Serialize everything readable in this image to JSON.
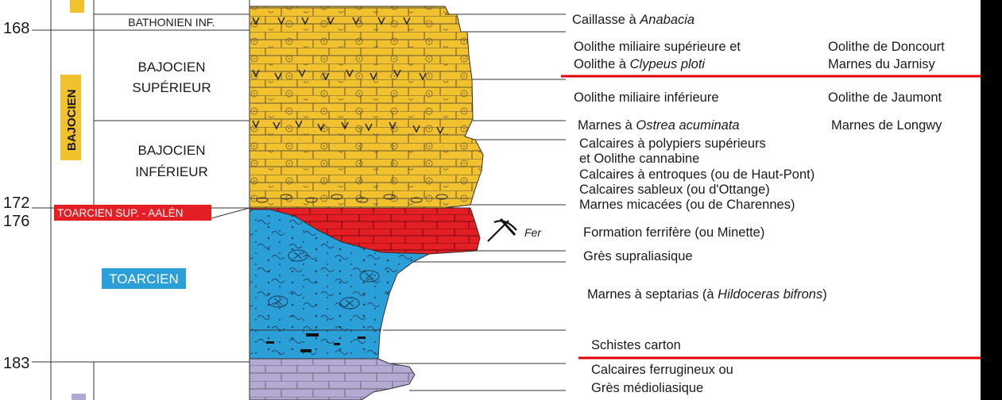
{
  "ages": [
    {
      "id": "168",
      "label": "168"
    },
    {
      "id": "172",
      "label": "172"
    },
    {
      "id": "176",
      "label": "176"
    },
    {
      "id": "183",
      "label": "183"
    }
  ],
  "stages": {
    "bajocien": "BAJOCIEN",
    "bathonien_inf": "BATHONIEN INF.",
    "bajo_sup_1": "BAJOCIEN",
    "bajo_sup_2": "SUPÉRIEUR",
    "bajo_inf_1": "BAJOCIEN",
    "bajo_inf_2": "INFÉRIEUR",
    "toarcien_sup": "TOARCIEN SUP. - AALÉN",
    "toarcien": "TOARCIEN"
  },
  "fer_label": "Fer",
  "formations": {
    "caillasse_a": "Caillasse à ",
    "caillasse_b": "Anabacia",
    "oms_line1": "Oolithe miliaire supérieure et",
    "oms_line2a": "Oolithe à ",
    "oms_line2b": "Clypeus ploti",
    "doncourt": "Oolithe de Doncourt",
    "jarnisy": "Marnes du Jarnisy",
    "omi": "Oolithe miliaire inférieure",
    "jaumont": "Oolithe de Jaumont",
    "ostrea_a": "Marnes à ",
    "ostrea_b": "Ostrea acuminata",
    "longwy": "Marnes de Longwy",
    "polypiers": "Calcaires à polypiers supérieurs",
    "cannabine": "et Oolithe cannabine",
    "entroques": "Calcaires à entroques (ou de Haut-Pont)",
    "sableux": "Calcaires sableux (ou d'Ottange)",
    "micacees": "Marnes micacées (ou de Charennes)",
    "ferrifere": "Formation ferrifère (ou Minette)",
    "gres_supra": "Grès supraliasique",
    "septarias_a": "Marnes à septarias (à ",
    "septarias_b": "Hildoceras bifrons",
    "septarias_c": ")",
    "schistes": "Schistes carton",
    "ferrugineux": "Calcaires ferrugineux ou",
    "gres_medio": "Grès médioliasique"
  },
  "colors": {
    "yellow": "#f2c12e",
    "red": "#e31e24",
    "blue": "#2a9fd8",
    "purple": "#b3a9d3",
    "marker_red": "#e00000",
    "black_bar": "#000000"
  }
}
